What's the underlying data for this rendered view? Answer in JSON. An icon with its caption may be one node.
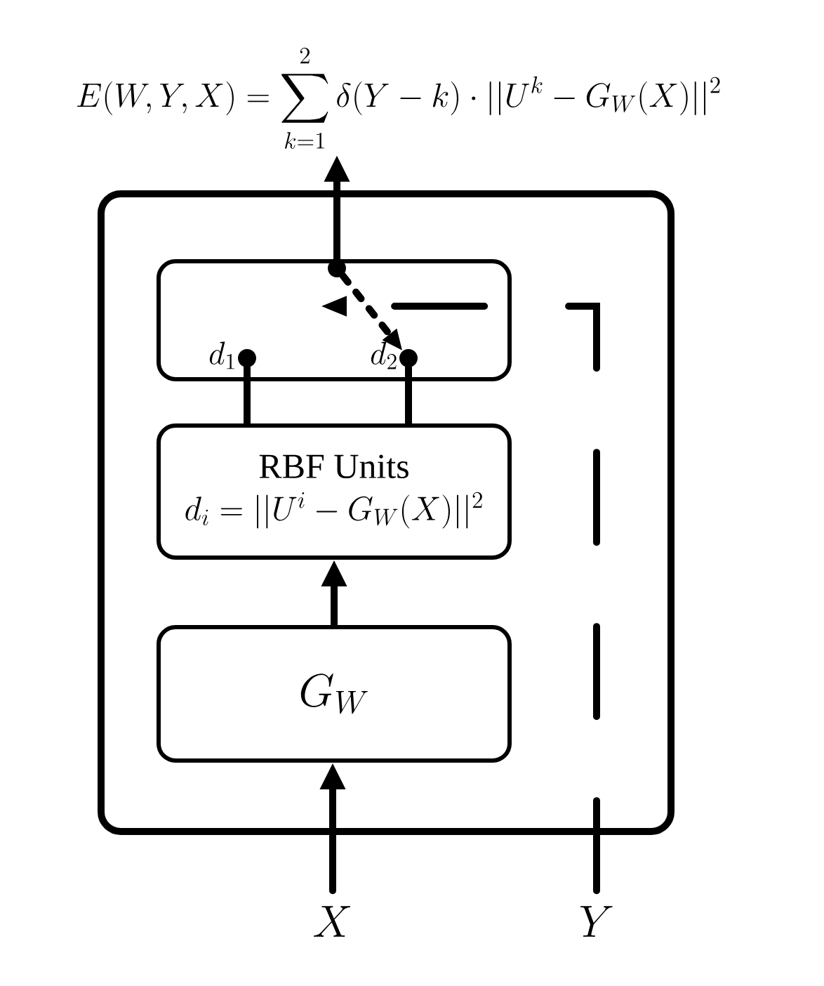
{
  "diagram": {
    "nodes": [
      {
        "text": [
          "E(W,Y,X) = \\sum_{k=1}^{2} \\delta(Y-k) \\cdot ||U^k - G_W(X)||^2"
        ]
      },
      {
        "text": [],
        "shape": "box"
      },
      {
        "text": [],
        "shape": "box",
        "in": 1
      },
      {
        "text": [],
        "shape": "circle",
        "in": 2
      },
      {
        "text": [],
        "shape": "circle",
        "in": 2,
        "beside": [
          "d_1"
        ]
      },
      {
        "text": [],
        "shape": "circle",
        "in": 2,
        "beside": [
          "d_2"
        ]
      },
      {
        "text": [
          "RBF Units",
          "d_i = ||U^i - G_W(X)||^2"
        ],
        "in": 1
      },
      {
        "text": [
          "G_W"
        ],
        "in": 1
      },
      {
        "text": [
          "X"
        ]
      },
      {
        "text": [
          "Y"
        ]
      }
    ],
    "edges": [
      {
        "from": 8,
        "to": 7,
        "arrow": "to"
      },
      {
        "from": 7,
        "to": 6,
        "arrow": "to"
      },
      {
        "from": 6,
        "to": 4,
        "arrow": "none"
      },
      {
        "from": 6,
        "to": 5,
        "arrow": "none"
      },
      {
        "from": 3,
        "to": 5,
        "arrow": "to",
        "style": "dashed"
      },
      {
        "from": 3,
        "to": 0,
        "arrow": "to"
      },
      {
        "from": 9,
        "to": null,
        "arrow": "to",
        "style": "dashed"
      }
    ]
  }
}
